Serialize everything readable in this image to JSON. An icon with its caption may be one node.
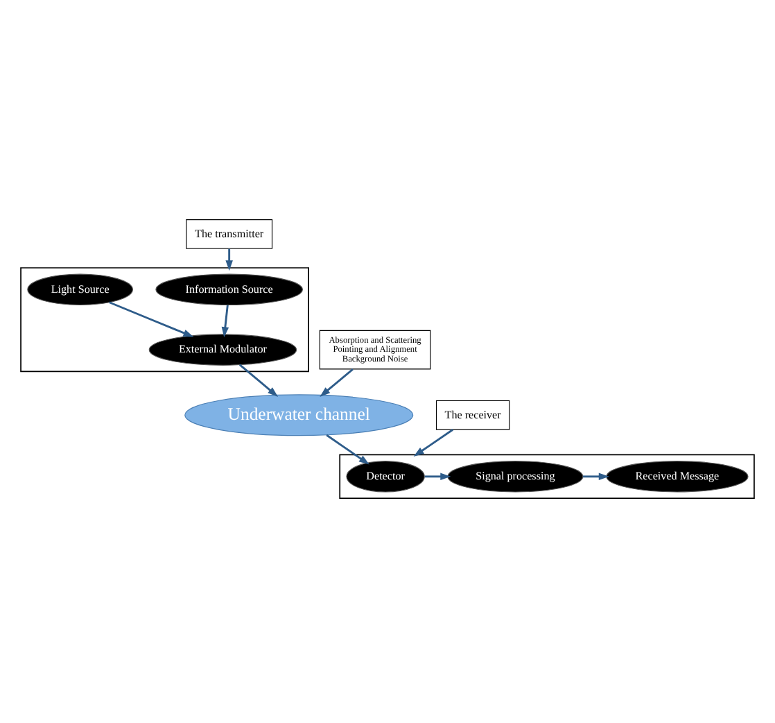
{
  "diagram": {
    "nodes": [
      {
        "text": [
          "The transmitter"
        ]
      },
      {
        "text": [],
        "shape": "box"
      },
      {
        "text": [
          "Information Source"
        ],
        "in": 1
      },
      {
        "text": [
          "Light Source"
        ],
        "in": 1
      },
      {
        "text": [
          "External Modulator"
        ],
        "in": 1
      },
      {
        "text": [
          "Underwater channel"
        ]
      },
      {
        "text": [
          "Absorption and Scattering",
          "Pointing and Alignment",
          "Background Noise"
        ]
      },
      {
        "text": [
          "The receiver"
        ]
      },
      {
        "text": [],
        "shape": "box"
      },
      {
        "text": [
          "Detector"
        ],
        "in": 8
      },
      {
        "text": [
          "Signal processing"
        ],
        "in": 8
      },
      {
        "text": [
          "Received Message"
        ],
        "in": 8
      }
    ],
    "edges": [
      {
        "from": 2,
        "to": 4,
        "arrow": "to"
      },
      {
        "from": 3,
        "to": 4,
        "arrow": "to"
      },
      {
        "from": 0,
        "to": 1,
        "arrow": "to"
      },
      {
        "from": 4,
        "to": 5,
        "arrow": "to"
      },
      {
        "from": 6,
        "to": 5,
        "arrow": "to"
      },
      {
        "from": 7,
        "to": 8,
        "arrow": "to"
      },
      {
        "from": 5,
        "to": 9,
        "arrow": "to"
      },
      {
        "from": 9,
        "to": 10,
        "arrow": "to"
      },
      {
        "from": 10,
        "to": 11,
        "arrow": "to"
      }
    ]
  }
}
